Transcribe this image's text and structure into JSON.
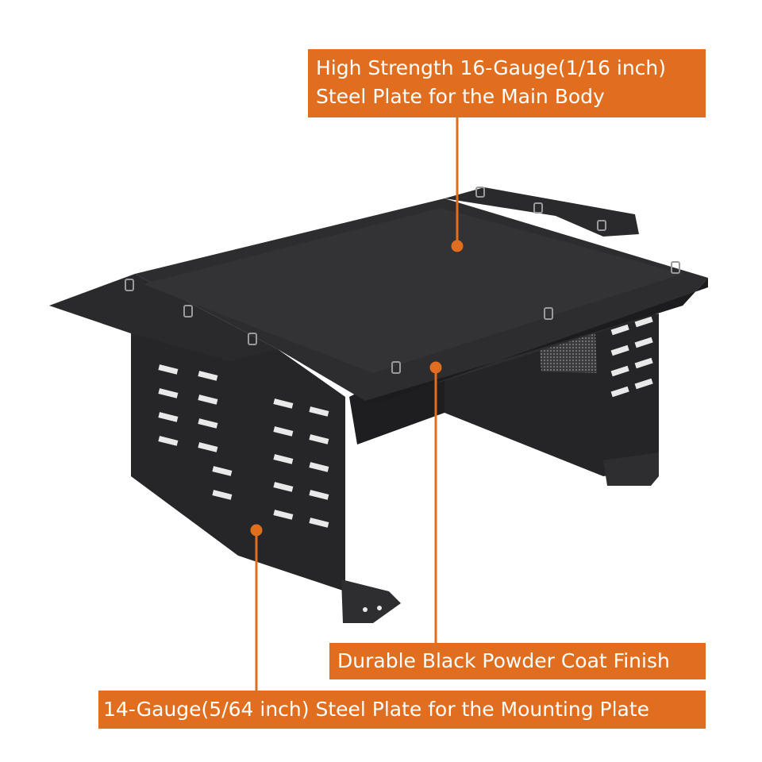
{
  "callouts": {
    "main_body_line1": "High Strength 16-Gauge(1/16 inch)",
    "main_body_line2": "Steel Plate for the Main Body",
    "finish": "Durable Black Powder Coat Finish",
    "mounting_plate": "14-Gauge(5/64 inch) Steel Plate for the Mounting Plate"
  },
  "colors": {
    "accent": "#e06e1e",
    "product": "#2b2b2c",
    "background": "#ffffff"
  }
}
